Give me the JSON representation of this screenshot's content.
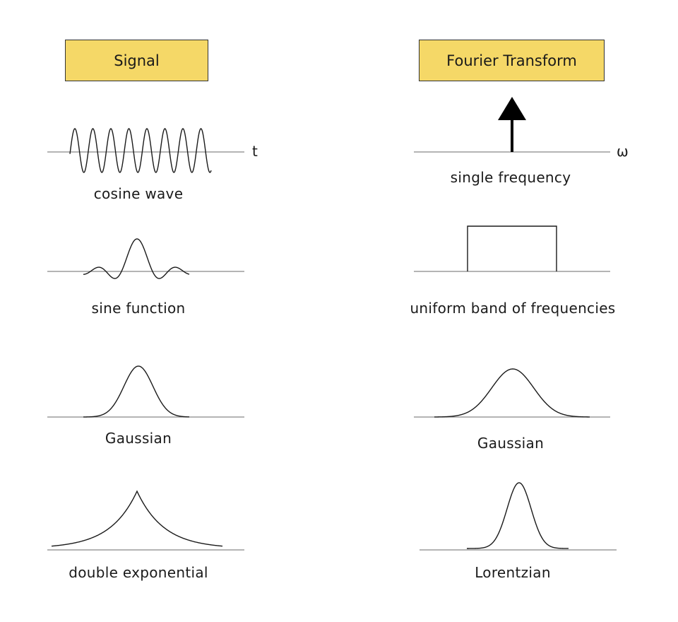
{
  "headers": {
    "signal": "Signal",
    "transform": "Fourier Transform"
  },
  "axis_labels": {
    "time": "t",
    "frequency": "ω"
  },
  "rows": [
    {
      "signal": "cosine wave",
      "transform": "single frequency"
    },
    {
      "signal": "sine function",
      "transform": "uniform band of frequencies"
    },
    {
      "signal": "Gaussian",
      "transform": "Gaussian"
    },
    {
      "signal": "double exponential",
      "transform": "Lorentzian"
    }
  ],
  "colors": {
    "header_fill": "#f5d867",
    "axis": "#888888",
    "curve": "#1a1a1a"
  }
}
